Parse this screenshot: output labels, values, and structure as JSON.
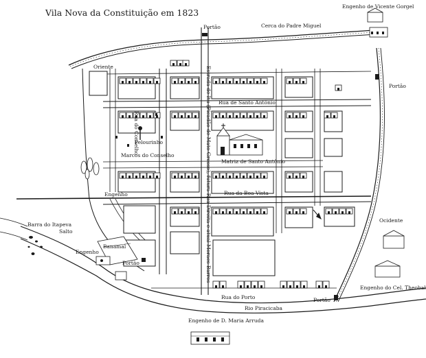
{
  "map": {
    "title": "Vila Nova da Constituição em 1823",
    "labels": {
      "engenho_vicente_gorgel": "Engenho de Vicente Gorgel",
      "portao_top": "Portão",
      "cerca_padre_miguel": "Cerca do Padre Miguel",
      "portao_right": "Portão",
      "oriente": "Oriente",
      "rua_santo_antonio": "Rua de Santo Antônio",
      "rua_conselho": "Rua do Conselho",
      "pelourinho": "Pelourinho",
      "marcos_conselho": "Marcos do Conselho",
      "matriz_santo_antonio": "Matriz de Santo Antônio",
      "estrada_itu": "Estrada de Itu (Picadão de Mato Grosso), futura Rua Direita e atual Moraes Barros",
      "rua_boa_vista": "Rua da Boa Vista",
      "engenho_left": "Engenho",
      "barra_itapeva": "Barra do Itapeva",
      "salto": "Salto",
      "banamal": "Banamal",
      "engenho_lower": "Engenho",
      "portao_lower": "Portão",
      "ocidente": "Ocidente",
      "engenho_theobaldo": "Engenho do Cel. Theobaldo",
      "rua_porto": "Rua do Porto",
      "portao_bottom": "Portão",
      "rio_piracicaba": "Rio Piracicaba",
      "engenho_maria_arruda": "Engenho de D. Maria Arruda"
    }
  }
}
